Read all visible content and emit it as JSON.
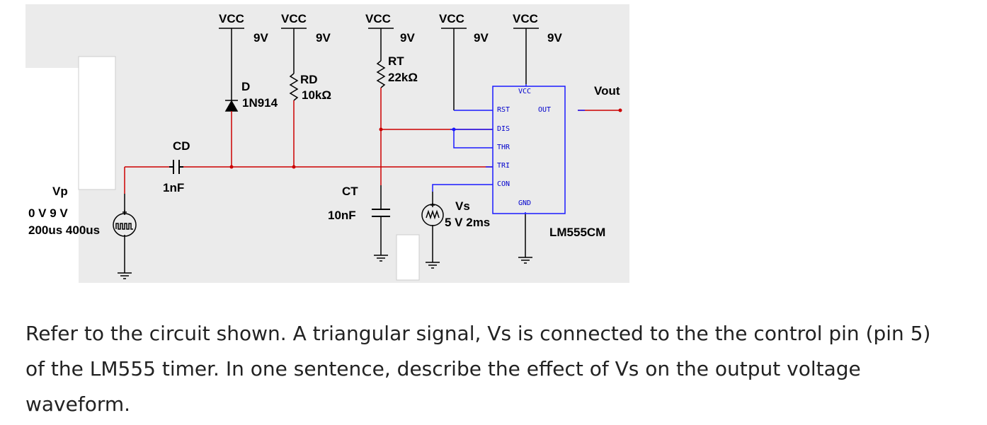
{
  "colors": {
    "wire_red": "#cc0000",
    "wire_blue": "#1a1aff",
    "panel": "#ebebeb",
    "text": "#222222"
  },
  "supplies": [
    {
      "name": "VCC",
      "voltage": "9V"
    },
    {
      "name": "VCC",
      "voltage": "9V"
    },
    {
      "name": "VCC",
      "voltage": "9V"
    },
    {
      "name": "VCC",
      "voltage": "9V"
    },
    {
      "name": "VCC",
      "voltage": "9V"
    }
  ],
  "components": {
    "diode": {
      "ref": "D",
      "part": "1N914"
    },
    "rd": {
      "ref": "RD",
      "value": "10kΩ"
    },
    "rt": {
      "ref": "RT",
      "value": "22kΩ"
    },
    "cd": {
      "ref": "CD",
      "value": "1nF"
    },
    "ct": {
      "ref": "CT",
      "value": "10nF"
    },
    "vp": {
      "ref": "Vp",
      "levels": "0 V 9 V",
      "timing": "200us 400us"
    },
    "vs": {
      "ref": "Vs",
      "spec": "5 V 2ms"
    },
    "timer": {
      "part": "LM555CM",
      "pins": {
        "vcc": "VCC",
        "rst": "RST",
        "out": "OUT",
        "dis": "DIS",
        "thr": "THR",
        "tri": "TRI",
        "con": "CON",
        "gnd": "GND"
      }
    },
    "output": {
      "label": "Vout"
    }
  },
  "question": "Refer to the circuit shown. A triangular signal, Vs is connected to the the control pin (pin 5) of the LM555 timer. In one sentence, describe the effect of Vs on the output voltage waveform."
}
